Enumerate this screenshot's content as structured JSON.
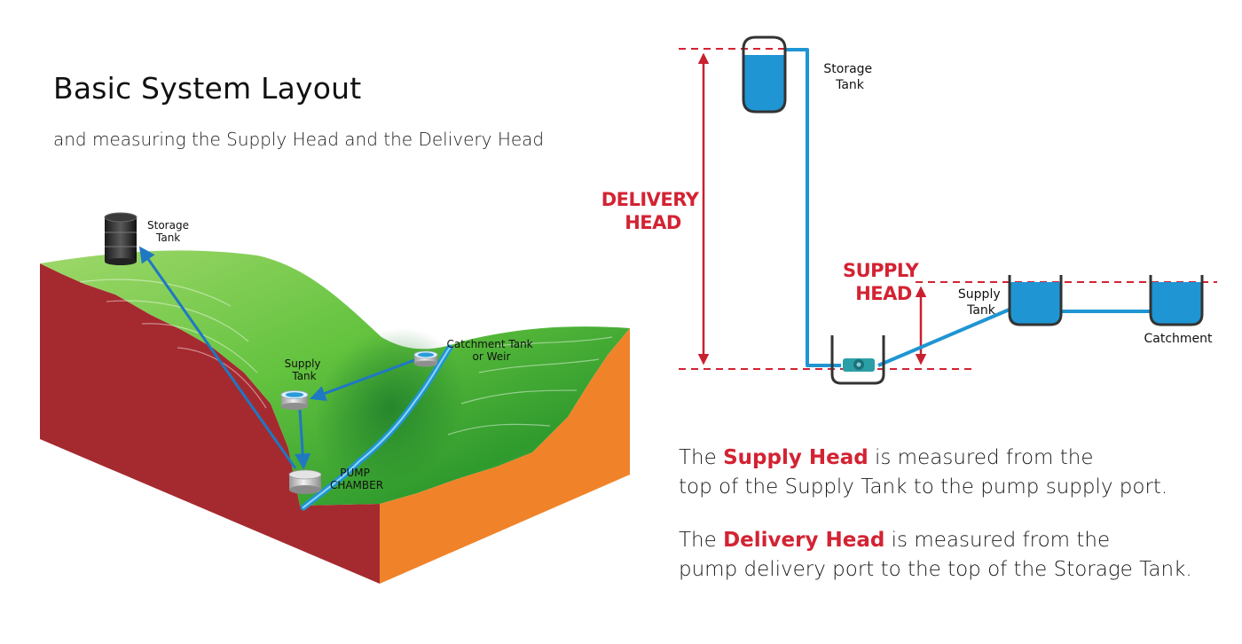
{
  "header": {
    "title": "Basic System Layout",
    "subtitle": "and measuring the Supply Head and the Delivery Head"
  },
  "landscape": {
    "storage_tank": [
      "Storage",
      "Tank"
    ],
    "supply_tank": [
      "Supply",
      "Tank"
    ],
    "catchment": [
      "Catchment Tank",
      "or Weir"
    ],
    "pump": [
      "PUMP",
      "CHAMBER"
    ]
  },
  "schematic": {
    "storage_tank": [
      "Storage",
      "Tank"
    ],
    "supply_tank": [
      "Supply",
      "Tank"
    ],
    "catchment": "Catchment",
    "delivery_head": [
      "DELIVERY",
      "HEAD"
    ],
    "supply_head": [
      "SUPPLY",
      "HEAD"
    ]
  },
  "description": {
    "supply": {
      "pre": "The ",
      "term": "Supply Head",
      "post": " is measured from the",
      "line2": "top of the Supply Tank to the pump supply port."
    },
    "delivery": {
      "pre": "The ",
      "term": "Delivery Head",
      "post": " is measured from the",
      "line2": "pump delivery port to the top of the Storage Tank."
    }
  },
  "colors": {
    "accent_red": "#d32333",
    "water_blue": "#1f95d3",
    "grass_green": "#5bbf3b",
    "soil_red": "#a52a30",
    "soil_orange": "#f0832a"
  }
}
